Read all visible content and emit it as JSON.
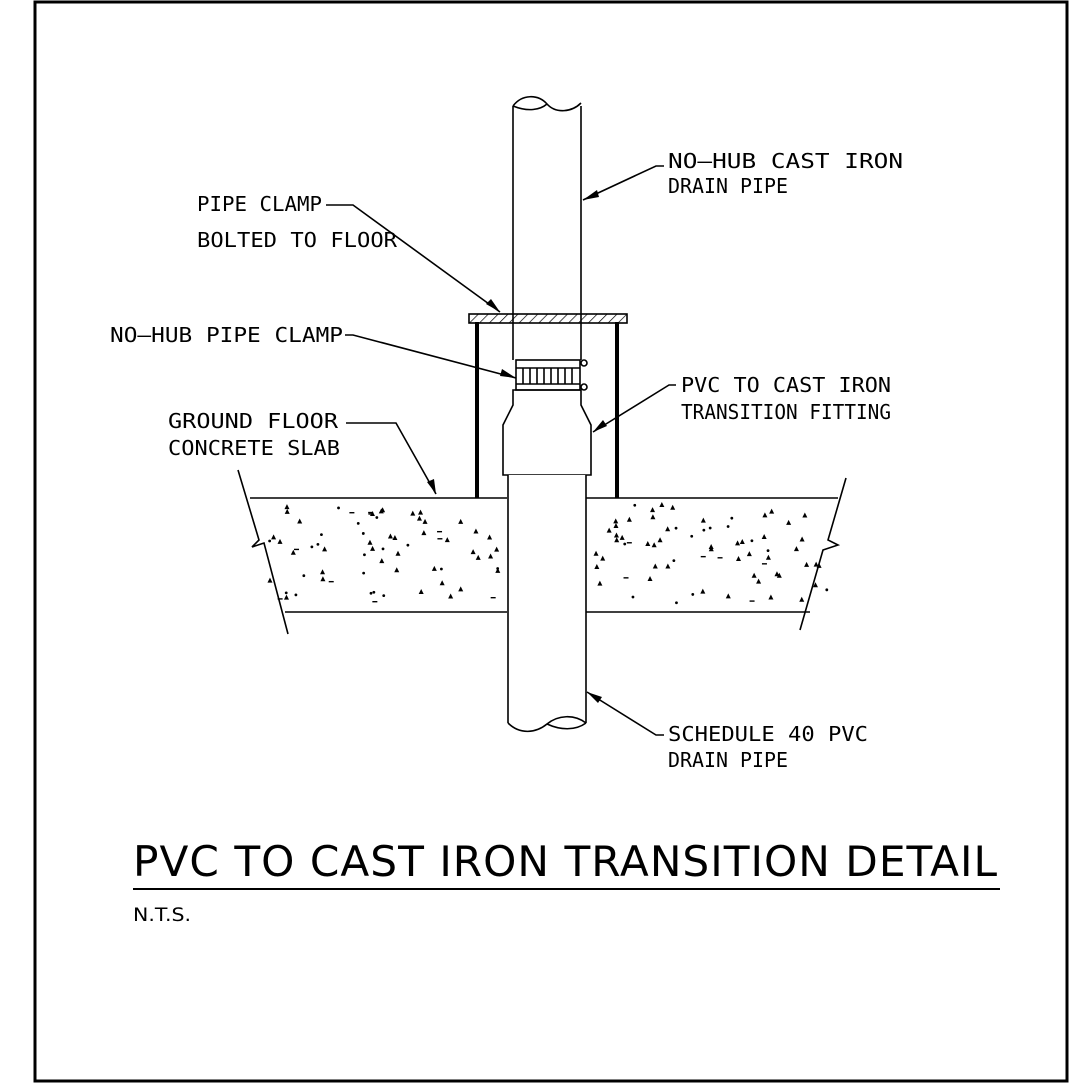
{
  "labels": {
    "cast_iron_pipe_1": "NO–HUB CAST IRON",
    "cast_iron_pipe_2": "DRAIN PIPE",
    "pipe_clamp_1": "PIPE CLAMP",
    "pipe_clamp_2": "BOLTED TO FLOOR",
    "nohub_clamp": "NO–HUB PIPE CLAMP",
    "transition_1": "PVC TO CAST IRON",
    "transition_2": "TRANSITION FITTING",
    "slab_1": "GROUND FLOOR",
    "slab_2": "CONCRETE SLAB",
    "pvc_pipe_1": "SCHEDULE 40 PVC",
    "pvc_pipe_2": "DRAIN PIPE"
  },
  "title": "PVC TO CAST IRON TRANSITION DETAIL",
  "scale_note": "N.T.S."
}
